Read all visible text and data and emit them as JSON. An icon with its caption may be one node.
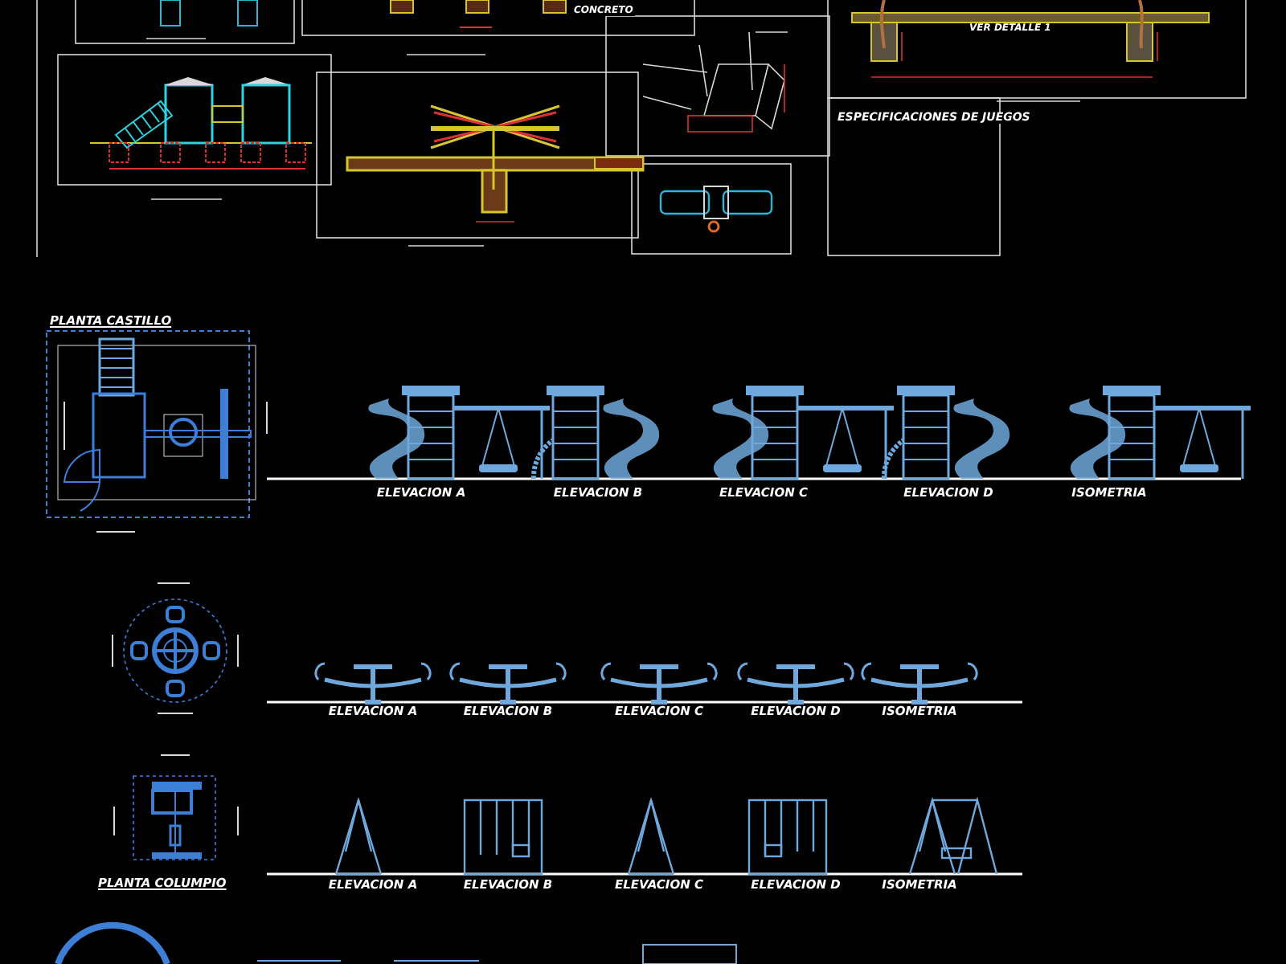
{
  "diagram": {
    "labels": [
      "CONCRETO",
      "VER DETALLE 1",
      "ESPECIFICACIONES DE JUEGOS",
      "PLANTA CASTILLO",
      "ELEVACION A",
      "ELEVACION B",
      "ELEVACION C",
      "ELEVACION D",
      "ISOMETRIA",
      "ELEVACION A",
      "ELEVACION B",
      "ELEVACION C",
      "ELEVACION D",
      "ISOMETRIA",
      "PLANTA COLUMPIO",
      "ELEVACION A",
      "ELEVACION B",
      "ELEVACION C",
      "ELEVACION D",
      "ISOMETRIA"
    ]
  }
}
